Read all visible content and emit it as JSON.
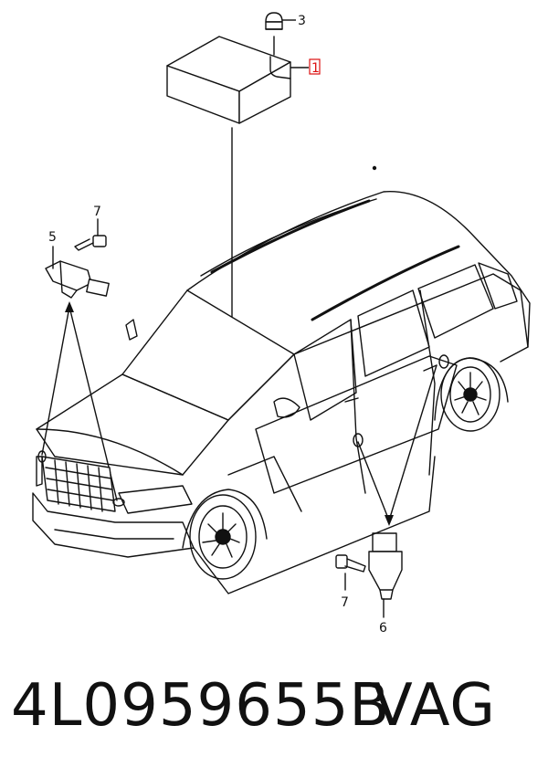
{
  "callouts": {
    "c1": "1",
    "c3": "3",
    "c5": "5",
    "c6": "6",
    "c7a": "7",
    "c7b": "7"
  },
  "footer": {
    "part_number": "4L0959655B",
    "brand": "VAG"
  },
  "colors": {
    "line": "#111111",
    "highlight": "#dd1111"
  }
}
